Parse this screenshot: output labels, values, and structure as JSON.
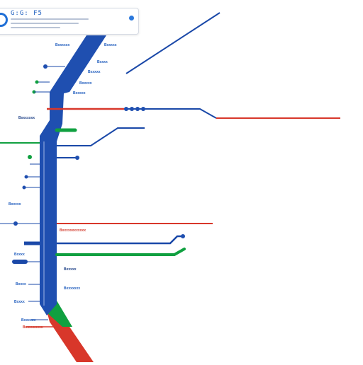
{
  "header": {
    "title": "G:G: F5",
    "icon": "info-dot-icon"
  },
  "labels": [
    {
      "id": "l1",
      "text": "Bxxxxxx",
      "tone": "blue"
    },
    {
      "id": "l2",
      "text": "Bxxxxx",
      "tone": "blue"
    },
    {
      "id": "l3",
      "text": "Bxxxx",
      "tone": "blue"
    },
    {
      "id": "l4",
      "text": "Bxxxxx",
      "tone": "blue"
    },
    {
      "id": "l5",
      "text": "Bxxxxx",
      "tone": "blue"
    },
    {
      "id": "l6",
      "text": "Bxxxxx",
      "tone": "blue"
    },
    {
      "id": "l7",
      "text": "Bxxxxxxx",
      "tone": "dark"
    },
    {
      "id": "l8",
      "text": "Bxxxxx",
      "tone": "blue"
    },
    {
      "id": "l9",
      "text": "Bxxxxxxxxxxxx",
      "tone": "red"
    },
    {
      "id": "l10",
      "text": "Bxxxx",
      "tone": "blue"
    },
    {
      "id": "l11",
      "text": "Bxxxxx",
      "tone": "dark"
    },
    {
      "id": "l12",
      "text": "Bxxxxxxx",
      "tone": "blue"
    },
    {
      "id": "l13",
      "text": "Bxxxx",
      "tone": "blue"
    },
    {
      "id": "l14",
      "text": "Bxxxx",
      "tone": "blue"
    },
    {
      "id": "l15",
      "text": "Bxxxxxx",
      "tone": "blue"
    },
    {
      "id": "l16",
      "text": "Bxxxxxxxxx",
      "tone": "red"
    }
  ],
  "colors": {
    "blue": "#1f4fb0",
    "blue_line": "#1a48a8",
    "red": "#d8372a",
    "green": "#10a040",
    "label_blue": "#1e5bbd",
    "label_red": "#d33b2c"
  }
}
